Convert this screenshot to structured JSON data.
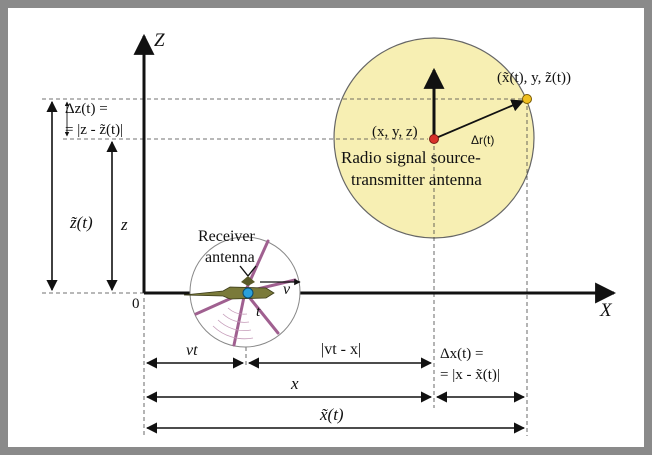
{
  "axes": {
    "z_label": "Z",
    "x_label": "X",
    "origin_label": "0"
  },
  "labels": {
    "dz_line1": "Δz(t) =",
    "dz_line2": "= |z - z̃(t)|",
    "z_tilde": "z̃(t)",
    "z": "z",
    "receiver_line1": "Receiver",
    "receiver_line2": "antenna",
    "velocity": "v",
    "time": "t",
    "source_coords": "(x, y, z)",
    "dr": "Δr(t)",
    "source_line1": "Radio signal source-",
    "source_line2": "transmitter antenna",
    "point_coords": "(x̃(t), y, z̃(t))",
    "vt": "vt",
    "vt_minus_x": "|vt - x|",
    "dx_line1": "Δx(t) =",
    "dx_line2": "= |x - x̃(t)|",
    "x": "x",
    "x_tilde": "x̃(t)"
  },
  "colors": {
    "frame": "#8a8a8a",
    "sphere_fill": "#f7efb3",
    "sphere_stroke": "#666666",
    "source_dot": "#d8322a",
    "point_dot": "#f0c020",
    "receiver_dot": "#2aa0dc",
    "rotor": "#a06090",
    "aircraft": "#7a7a3a"
  }
}
